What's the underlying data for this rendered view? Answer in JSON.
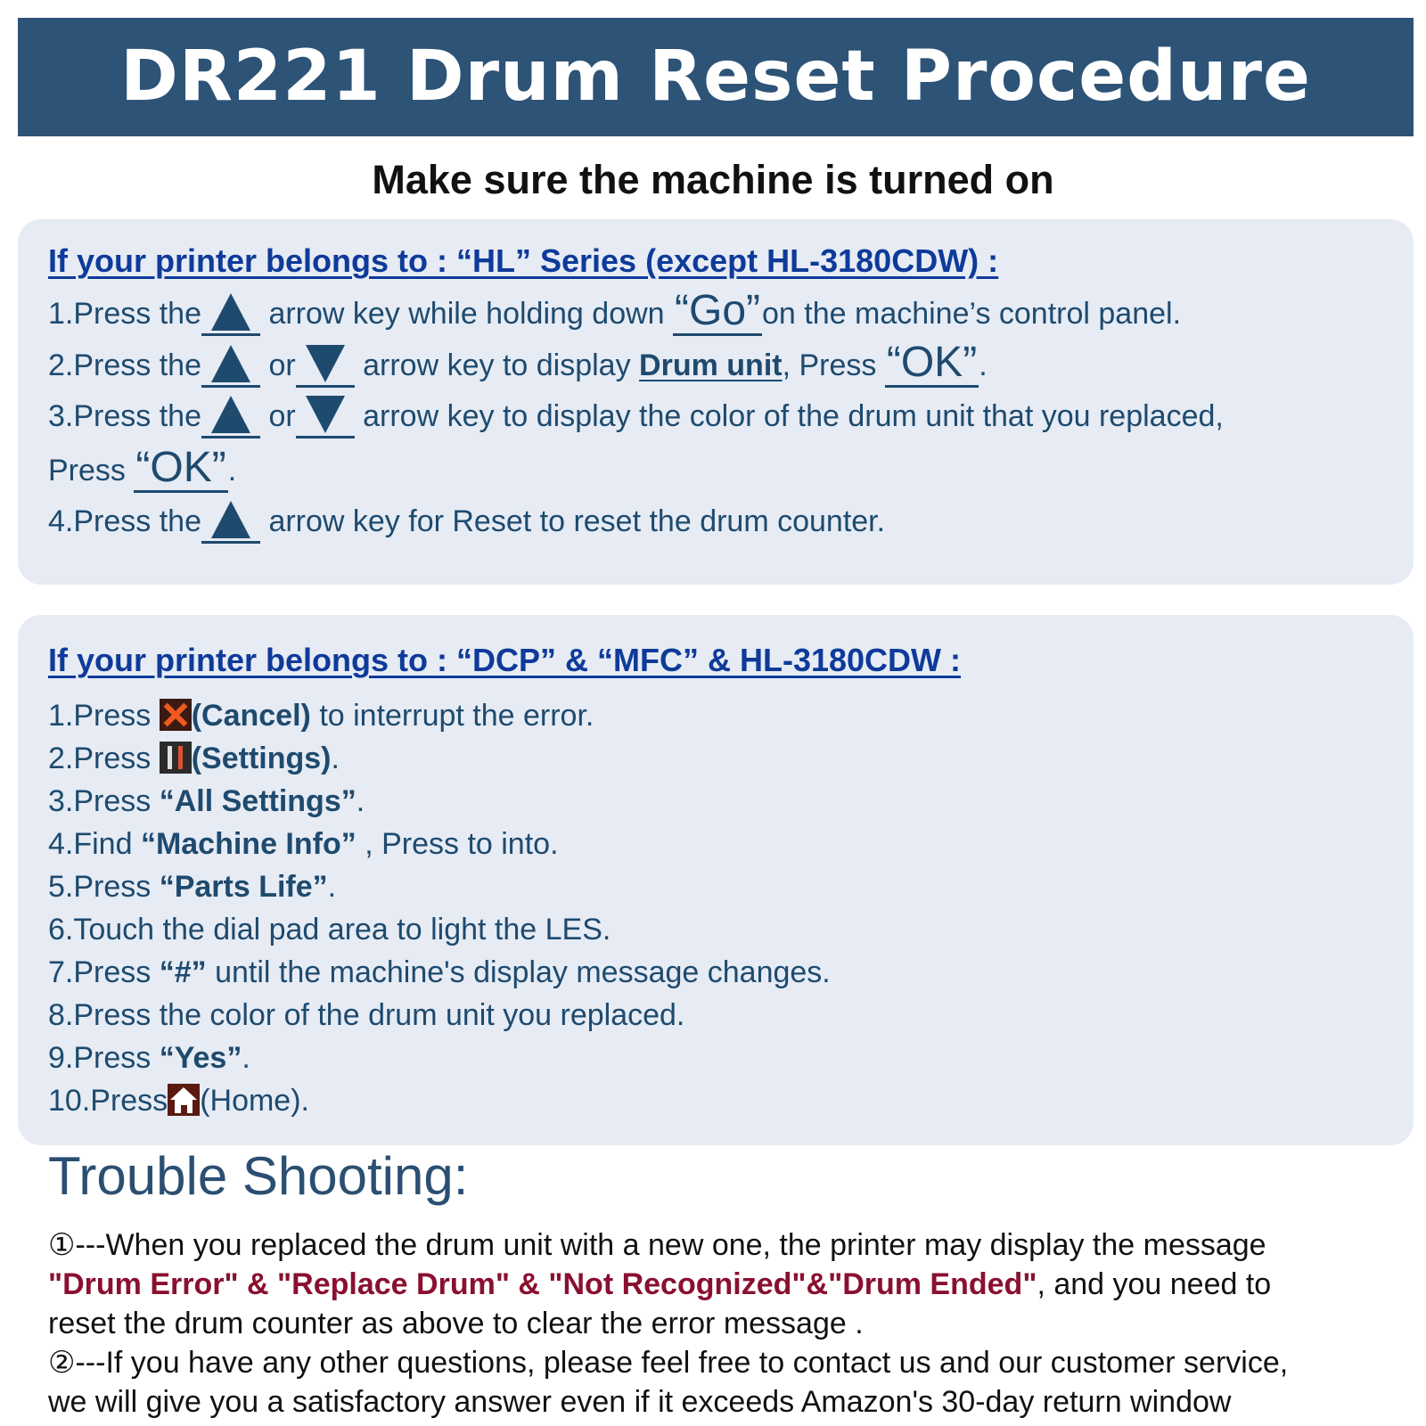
{
  "title": "DR221 Drum Reset Procedure",
  "subtitle": "Make sure the machine is turned on",
  "hl_section": {
    "heading": "If your printer belongs to : “HL” Series (except HL-3180CDW) :",
    "step1": {
      "a": "1.Press the",
      "b": "arrow key while holding down",
      "key": "“Go”",
      "c": "on the machine’s control panel."
    },
    "step2": {
      "a": "2.Press the",
      "or": "or",
      "b": "arrow key to display",
      "target": "Drum unit",
      "c": ", Press",
      "key": "“OK”",
      "d": "."
    },
    "step3": {
      "a": "3.Press the",
      "or": "or",
      "b": "arrow key to display the color of the drum unit that you replaced,"
    },
    "step3b": {
      "a": "Press",
      "key": "“OK”",
      "b": "."
    },
    "step4": {
      "a": "4.Press the",
      "b": "arrow key for Reset to reset the drum counter."
    }
  },
  "dcp_section": {
    "heading": "If your printer belongs to : “DCP” & “MFC” & HL-3180CDW :",
    "s1": {
      "a": "1.Press",
      "b": "(Cancel)",
      "c": "to interrupt the error."
    },
    "s2": {
      "a": "2.Press",
      "b": "(Settings)",
      "c": "."
    },
    "s3": {
      "a": "3.Press",
      "b": "“All Settings”",
      "c": "."
    },
    "s4": {
      "a": "4.Find",
      "b": "“Machine Info”",
      "c": ", Press to into."
    },
    "s5": {
      "a": "5.Press",
      "b": "“Parts Life”",
      "c": "."
    },
    "s6": {
      "a": "6.Touch the dial pad area to light the LES."
    },
    "s7": {
      "a": "7.Press",
      "b": "“#”",
      "c": "until the machine's display message changes."
    },
    "s8": {
      "a": "8.Press the color of the drum unit you replaced."
    },
    "s9": {
      "a": "9.Press",
      "b": "“Yes”",
      "c": "."
    },
    "s10": {
      "a": "10.Press",
      "b": "(Home)."
    }
  },
  "troubleshooting": {
    "title": "Trouble Shooting:",
    "line1": "①---When you replaced the drum unit with a new one, the printer may display the message",
    "line2_errors": "\"Drum Error\" & \"Replace Drum\" & \"Not Recognized\"&\"Drum Ended\"",
    "line2_rest": ", and you need to",
    "line3": "reset the drum counter as above to clear the error message .",
    "line4": "②---If you have any other questions, please feel free to contact us and our customer service,",
    "line5": "we will give you a satisfactory answer even if it exceeds Amazon's 30-day return window"
  },
  "icons": {
    "up_arrow": "up-arrow-icon",
    "down_arrow": "down-arrow-icon",
    "cancel": "cancel-icon",
    "settings": "settings-icon",
    "home": "home-icon"
  },
  "colors": {
    "banner": "#2d5377",
    "panel": "#e6ebf4",
    "heading": "#0e3a9a",
    "error_text": "#8a1030"
  }
}
